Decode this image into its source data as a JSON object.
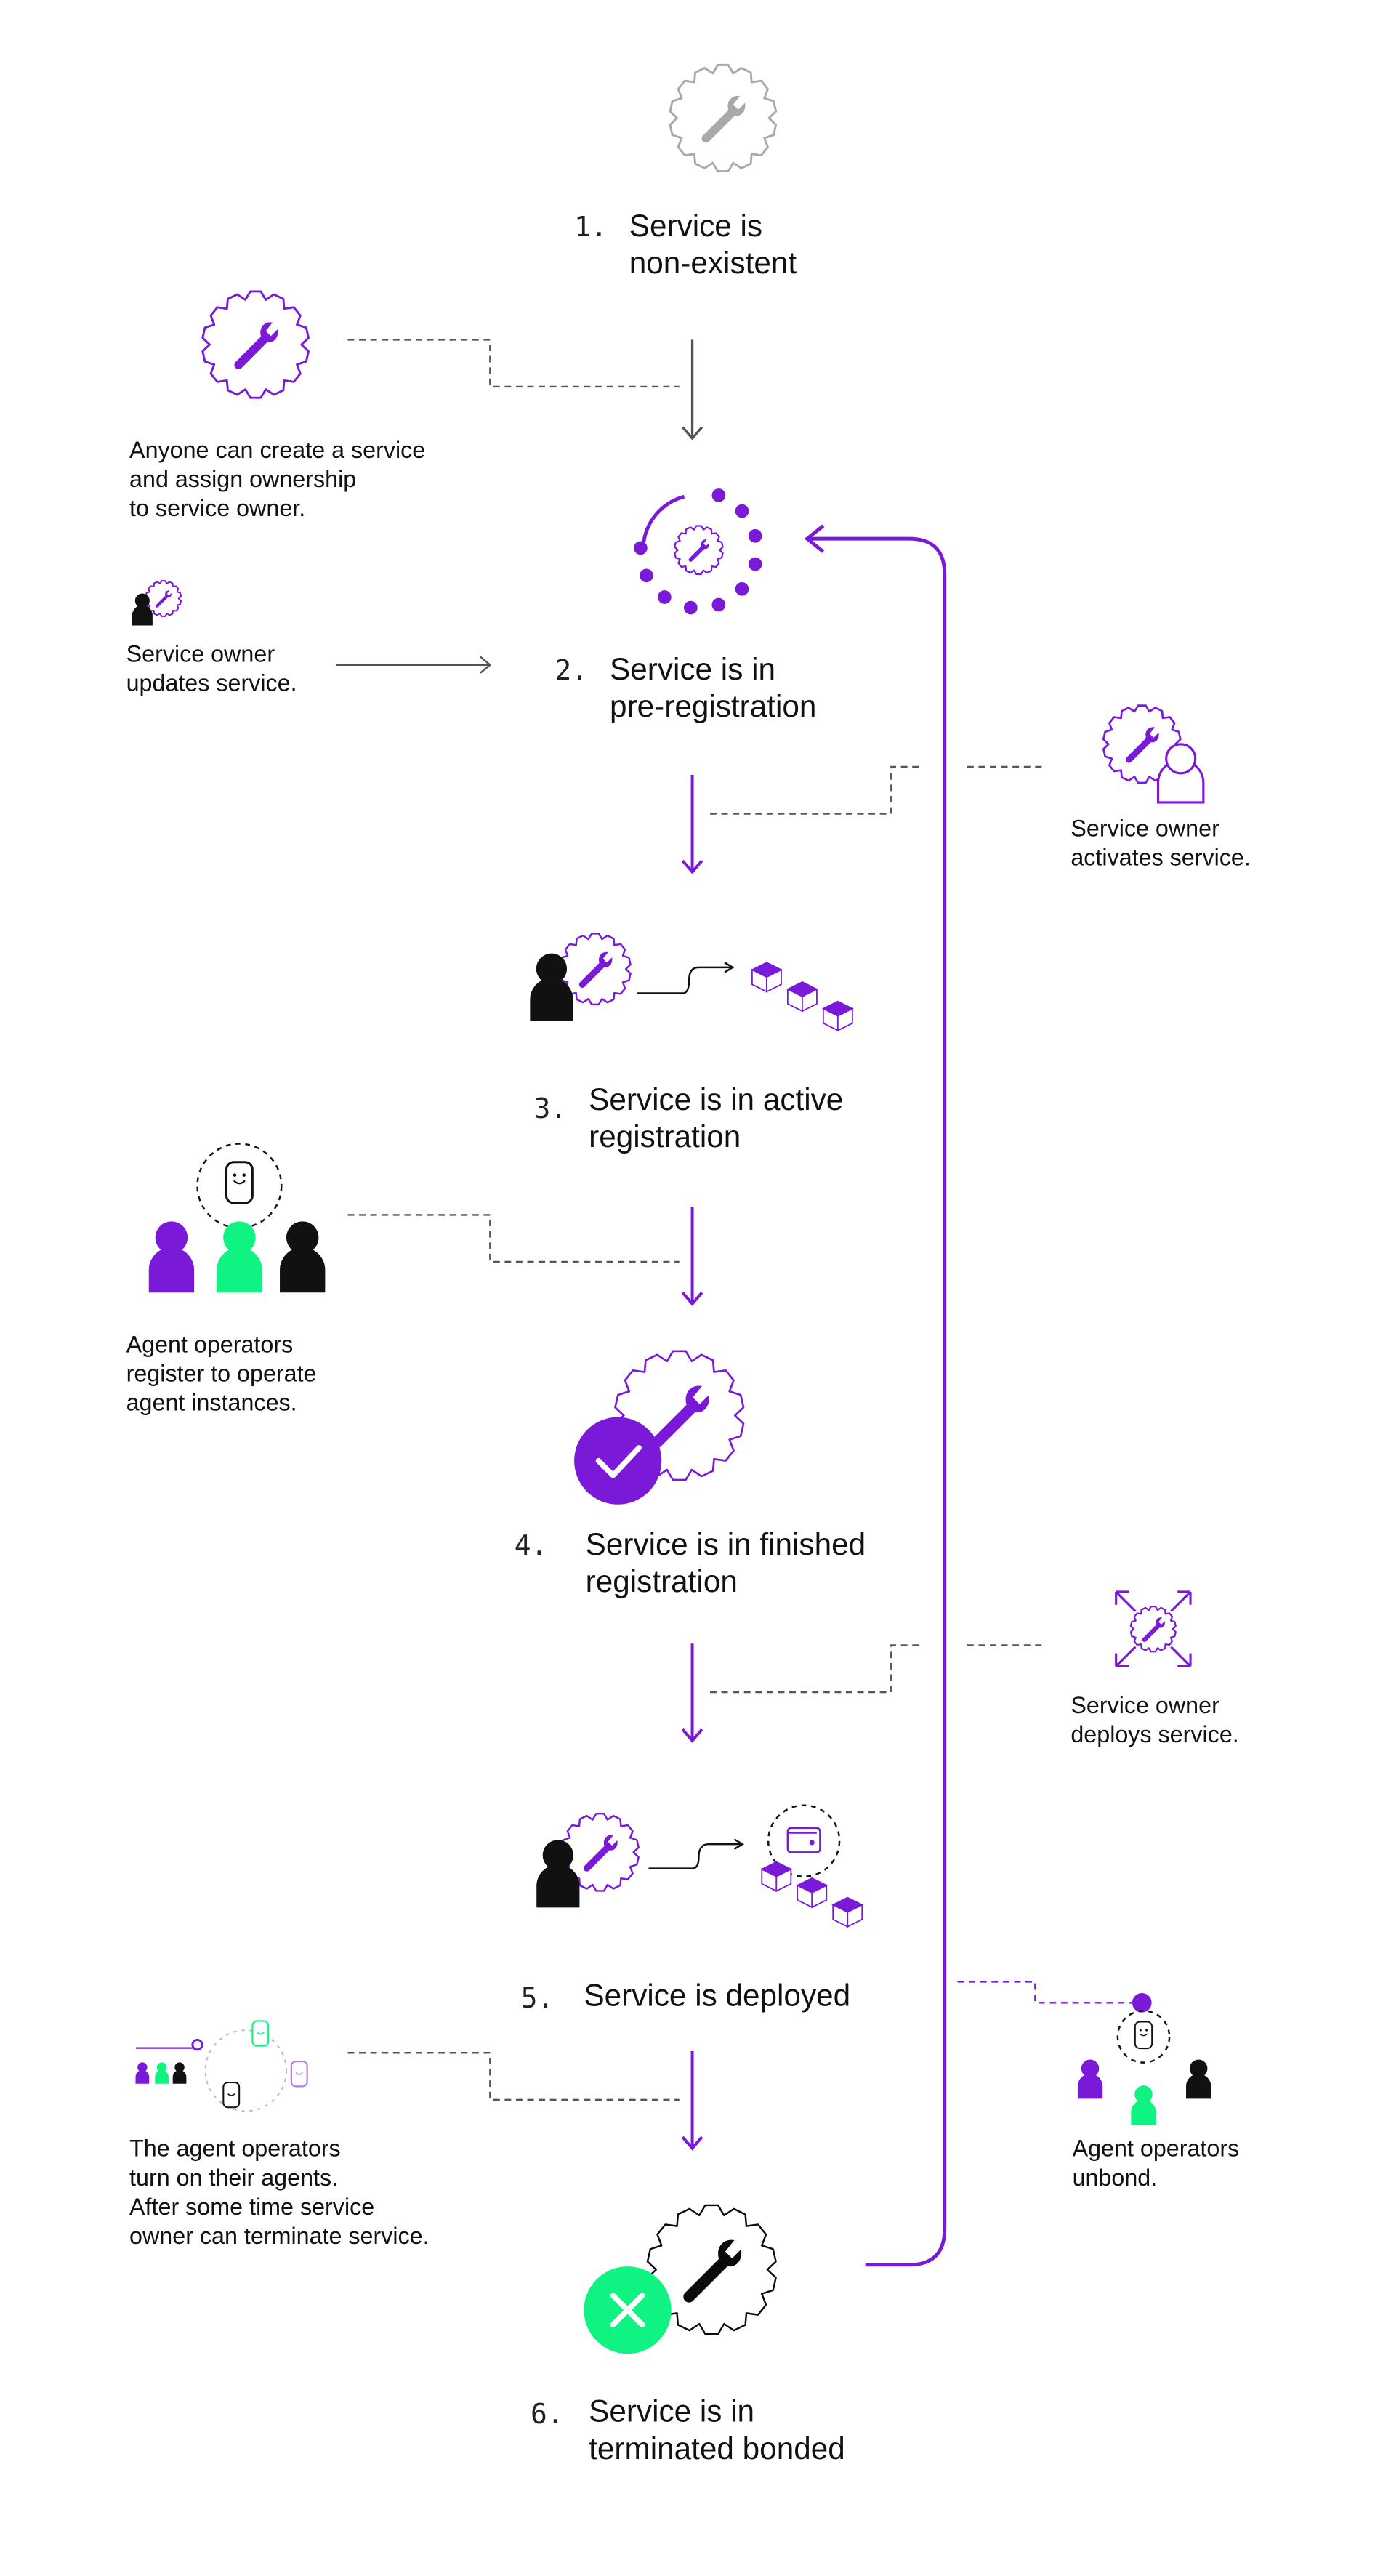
{
  "colors": {
    "purple": "#7a19d8",
    "green": "#0ff383",
    "black": "#0b0b0b",
    "gray": "#555555",
    "light_gray": "#a9a9a9"
  },
  "steps": [
    {
      "number": "1.",
      "line1": "Service is",
      "line2": "non-existent"
    },
    {
      "number": "2.",
      "line1": "Service is in",
      "line2": "pre-registration"
    },
    {
      "number": "3.",
      "line1": "Service is in active",
      "line2": "registration"
    },
    {
      "number": "4.",
      "line1": "Service is in finished",
      "line2": "registration"
    },
    {
      "number": "5.",
      "line1": "Service is deployed",
      "line2": ""
    },
    {
      "number": "6.",
      "line1": "Service is in",
      "line2": "terminated bonded"
    }
  ],
  "notes": {
    "create_service": [
      "Anyone can create a service",
      "and assign ownership",
      "to service owner."
    ],
    "update_service": [
      "Service owner",
      "updates service."
    ],
    "activate_service": [
      "Service owner",
      "activates service."
    ],
    "register_operators": [
      "Agent operators",
      "register  to operate",
      "agent instances."
    ],
    "deploy_service": [
      "Service owner",
      "deploys service."
    ],
    "turn_on_agents": [
      "The agent operators",
      "turn on their agents.",
      "After some time service",
      "owner can terminate service."
    ],
    "unbond": [
      "Agent operators",
      "unbond."
    ]
  },
  "icons": {
    "step1": "gear-wrench-icon",
    "step2": "dotted-circle-gear-icon",
    "step3": "owner-gear-blocks-icon",
    "step4": "check-gear-icon",
    "step5": "owner-gear-wallet-blocks-icon",
    "step6": "cross-gear-icon",
    "create": "gear-wrench-icon",
    "update": "owner-gear-icon",
    "activate": "gear-user-icon",
    "register": "operators-agent-icon",
    "deploy": "expand-gear-icon",
    "turn_on": "operators-agents-icon",
    "unbond": "operators-unbond-icon"
  }
}
